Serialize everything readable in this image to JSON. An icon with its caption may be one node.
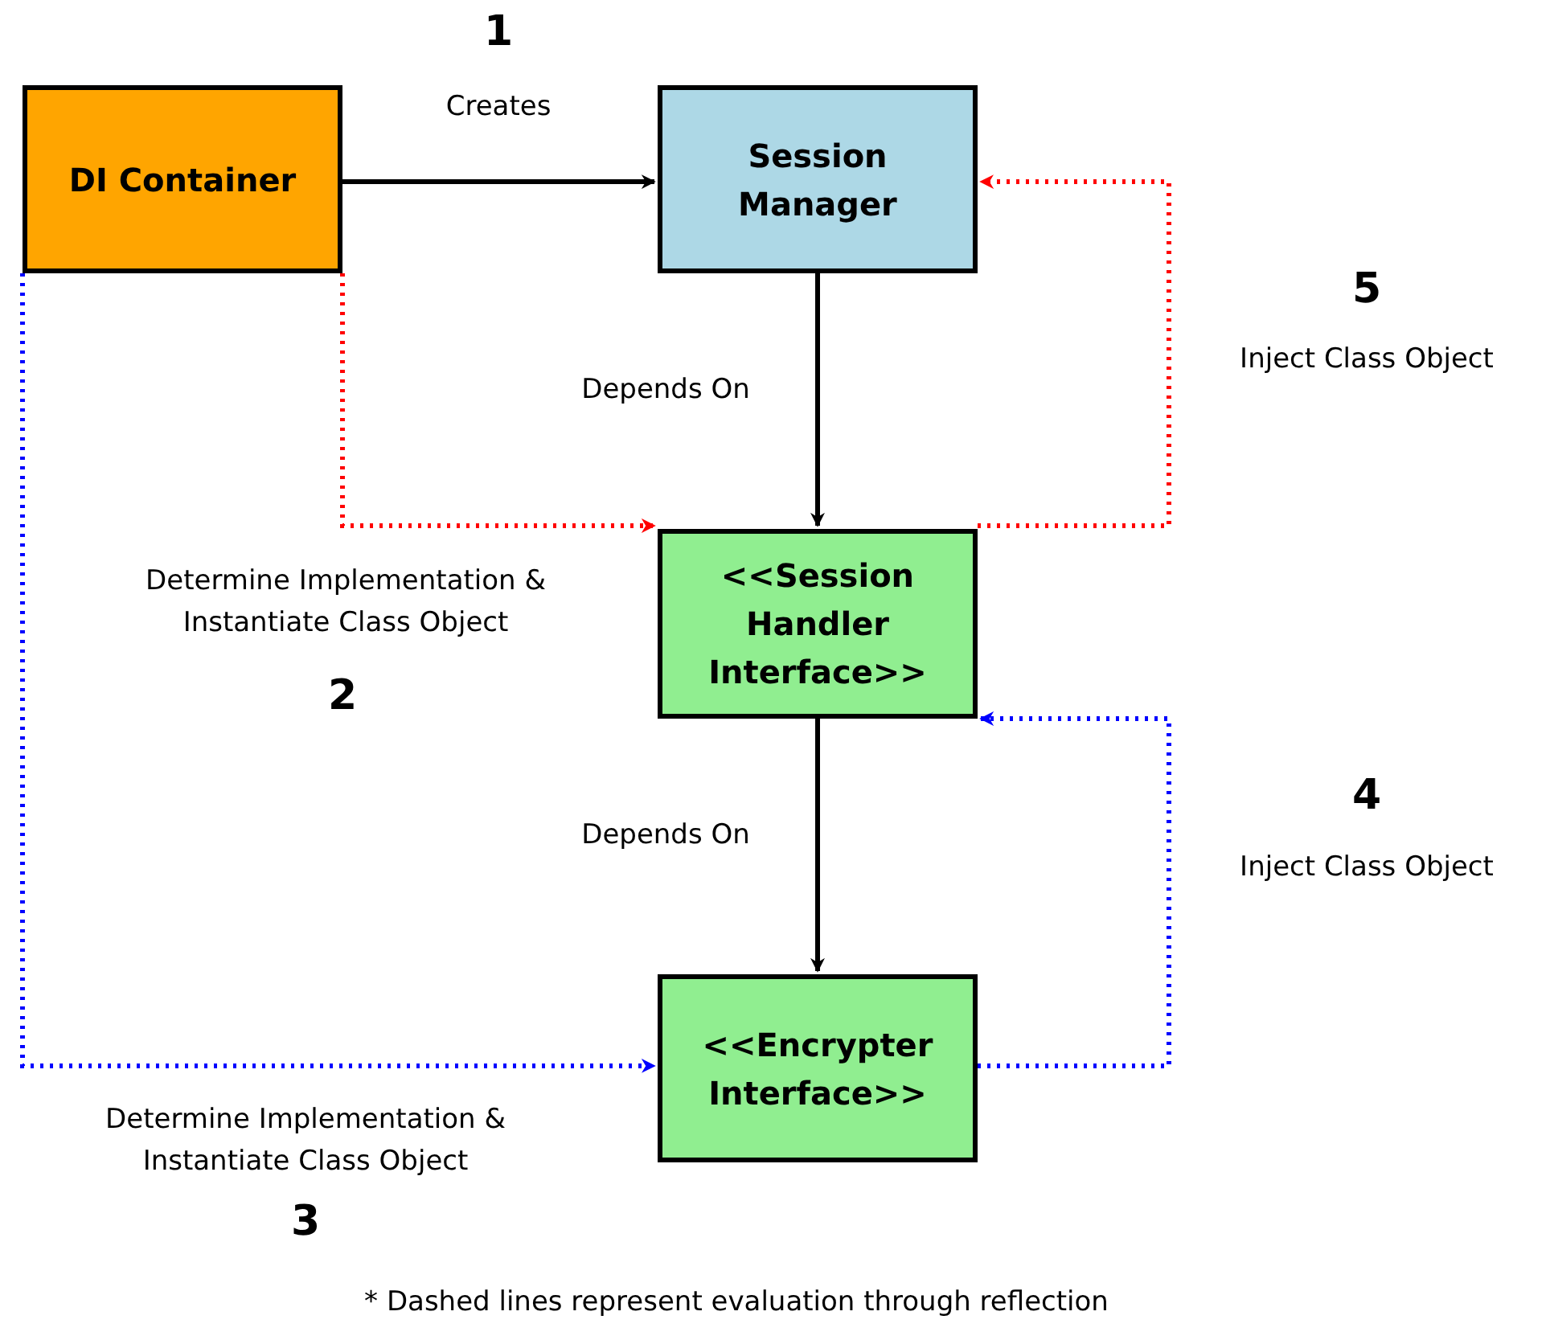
{
  "diagram": {
    "nodes": [
      {
        "text": [
          "DI Container"
        ]
      },
      {
        "text": [
          "Session Manager"
        ]
      },
      {
        "text": [
          "<<Session Handler Interface>>"
        ]
      },
      {
        "text": [
          "<<Encrypter Interface>>"
        ]
      }
    ],
    "edges": [
      {
        "from": 0,
        "to": 1,
        "arrow": "to",
        "label": "Creates"
      },
      {
        "from": 1,
        "to": 2,
        "arrow": "to",
        "label": "Depends On"
      },
      {
        "from": 2,
        "to": 3,
        "arrow": "to",
        "label": "Depends On"
      },
      {
        "from": 0,
        "to": 2,
        "arrow": "to",
        "label": "Determine Implementation & Instantiate Class Object",
        "style": "dashed",
        "color": "#ff0000"
      },
      {
        "from": 0,
        "to": 3,
        "arrow": "to",
        "label": "Determine Implementation & Instantiate Class Object",
        "style": "dashed",
        "color": "#0000ff"
      },
      {
        "from": 2,
        "to": 1,
        "arrow": "to",
        "label": "Inject Class Object",
        "style": "dashed",
        "color": "#ff0000"
      },
      {
        "from": 3,
        "to": 2,
        "arrow": "to",
        "label": "Inject Class Object",
        "style": "dashed",
        "color": "#0000ff"
      }
    ],
    "labels": [
      "1",
      "5",
      "2",
      "4",
      "3",
      "* Dashed lines represent evaluation through reflection"
    ]
  }
}
